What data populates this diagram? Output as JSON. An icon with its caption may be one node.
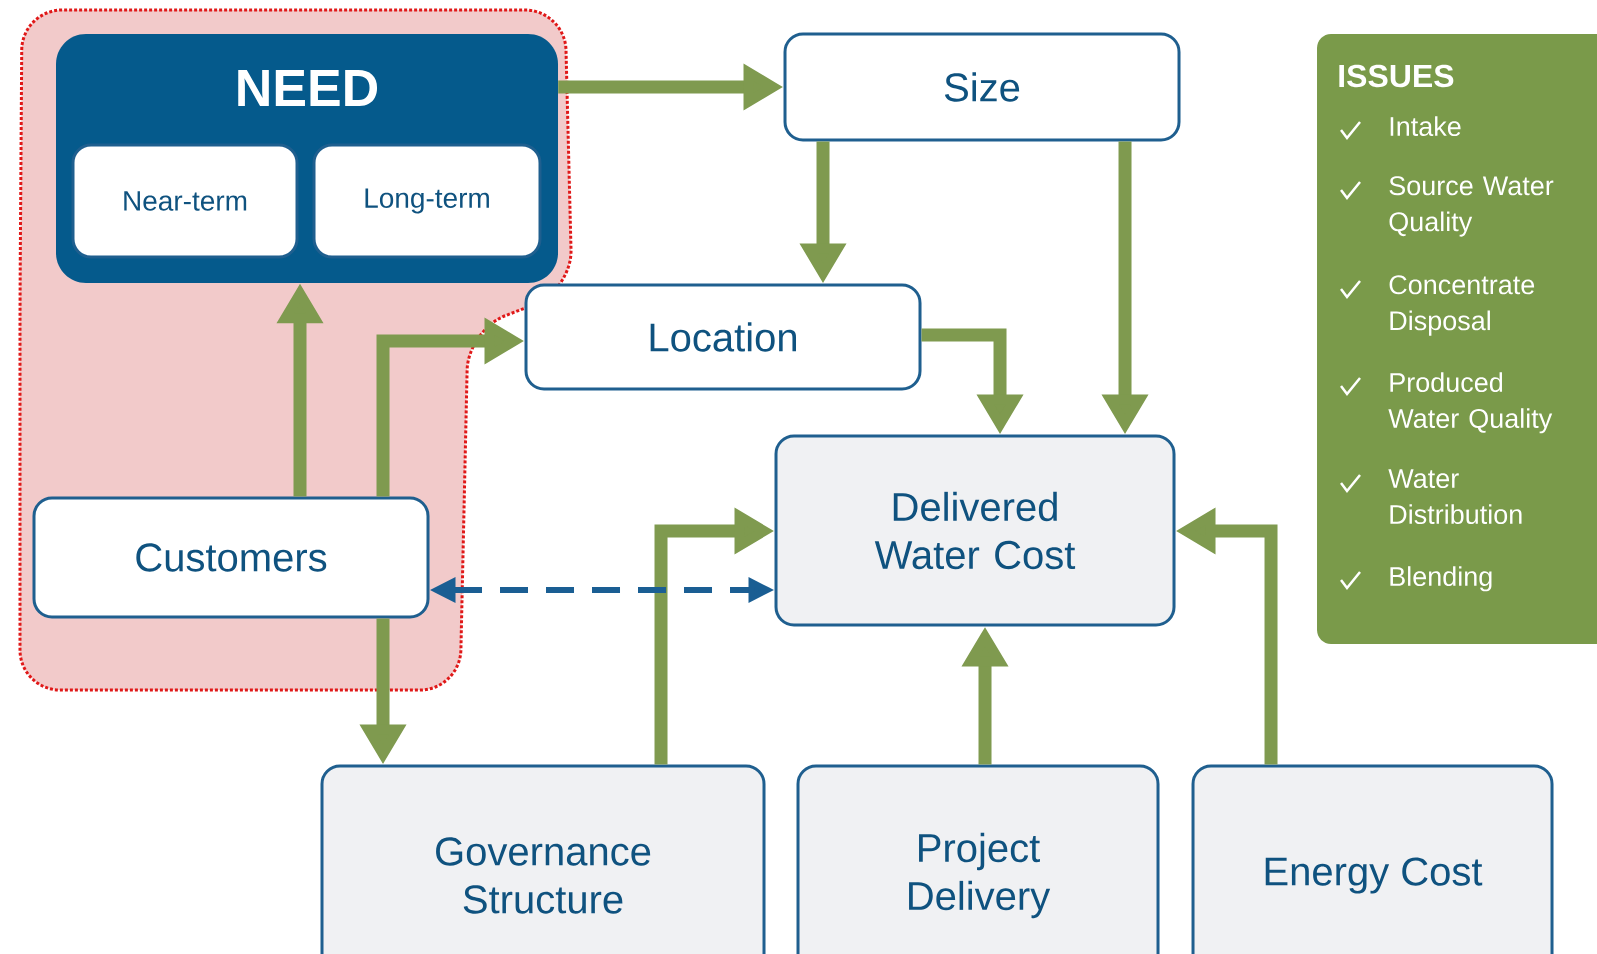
{
  "diagram": {
    "nodes": [
      {
        "text": [],
        "shape": "cloud"
      },
      {
        "text": [
          "NEED"
        ],
        "in": 0
      },
      {
        "text": [
          "Near-term"
        ],
        "in": 1
      },
      {
        "text": [
          "Long-term"
        ],
        "in": 1
      },
      {
        "text": [
          "Size"
        ]
      },
      {
        "text": [
          "Location"
        ]
      },
      {
        "text": [
          "Customers"
        ],
        "in": 0
      },
      {
        "text": [
          "Delivered Water Cost"
        ]
      },
      {
        "text": [
          "Governance Structure"
        ]
      },
      {
        "text": [
          "Project Delivery"
        ]
      },
      {
        "text": [
          "Energy Cost"
        ]
      },
      {
        "text": [
          "ISSUES",
          "Intake",
          "Source Water Quality",
          "Concentrate Disposal",
          "Produced Water Quality",
          "Water Distribution",
          "Blending"
        ]
      }
    ],
    "edges": [
      {
        "from": 1,
        "to": 4,
        "arrow": "to"
      },
      {
        "from": 4,
        "to": 5,
        "arrow": "to"
      },
      {
        "from": 4,
        "to": 7,
        "arrow": "to"
      },
      {
        "from": 5,
        "to": 7,
        "arrow": "to"
      },
      {
        "from": 6,
        "to": 1,
        "arrow": "to"
      },
      {
        "from": 6,
        "to": 5,
        "arrow": "to"
      },
      {
        "from": 6,
        "to": 8,
        "arrow": "to"
      },
      {
        "from": 8,
        "to": 7,
        "arrow": "to"
      },
      {
        "from": 9,
        "to": 7,
        "arrow": "to"
      },
      {
        "from": 10,
        "to": 7,
        "arrow": "to"
      },
      {
        "from": 6,
        "to": 7,
        "arrow": "both",
        "style": "dashed",
        "color": "#1a5e93"
      }
    ]
  }
}
